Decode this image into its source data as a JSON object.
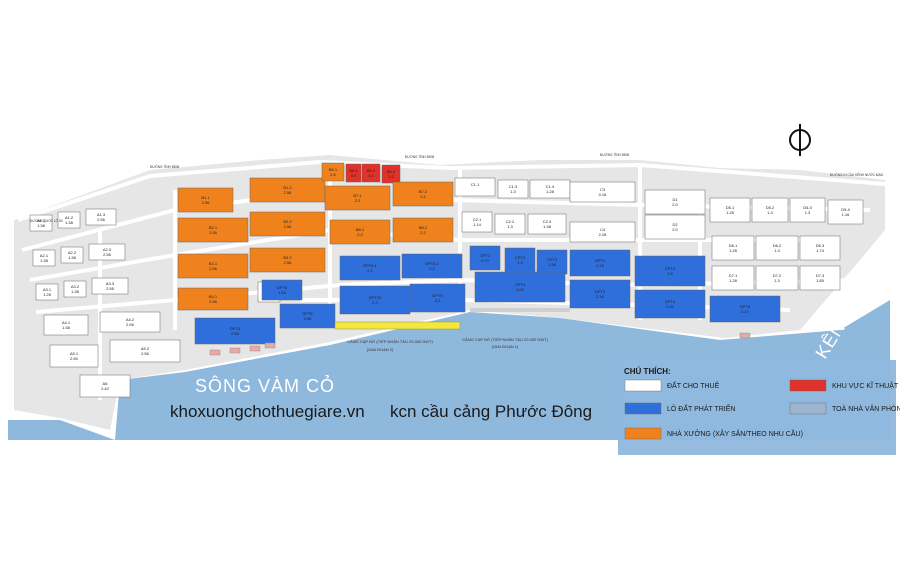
{
  "colors": {
    "water": "#8fb8dd",
    "land": "#e6e6e6",
    "road": "#ffffff",
    "lot_for_rent": "#ffffff",
    "lot_developed": "#2f6fdc",
    "factory": "#f0821e",
    "technical": "#e0322a",
    "office": "#9fb4cf",
    "port": "#f3e93a",
    "border": "#666666"
  },
  "rivers": {
    "vam_co": "SÔNG VÀM CỎ",
    "nuoc_man": "KÊNH NƯỚC MẠN"
  },
  "site": {
    "website": "khoxuongchothuegiare.vn",
    "name": "kcn cầu cảng Phước Đông"
  },
  "roads": [
    "ĐƯỜNG TỈNH 830B",
    "ĐƯỜNG TỈNH 830B",
    "ĐƯỜNG TỈNH 830B",
    "ĐƯỜNG QUỐC LỘ 50",
    "ĐƯỜNG ĐI CẦU KÊNH NƯỚC MẠN"
  ],
  "ports": [
    "CẢNG CẠP BỜ (TIẾP NHẬN TÀU 20.000 DWT)",
    "(GIAI ĐOẠN 2)",
    "CẢNG CẠP BỜ (TIẾP NHẬN TÀU 20.000 DWT)",
    "(GIAI ĐOẠN 1)"
  ],
  "legend": {
    "title": "CHÚ THÍCH:",
    "items": [
      {
        "label": "ĐẤT CHO THUÊ",
        "color": "#ffffff"
      },
      {
        "label": "KHU VỰC KĨ THUẬT",
        "color": "#e0322a"
      },
      {
        "label": "LÔ ĐẤT PHÁT TRIỂN",
        "color": "#2f6fdc"
      },
      {
        "label": "TOÀ NHÀ VĂN PHÒNG",
        "color": "#9fb4cf"
      },
      {
        "label": "NHÀ XƯỞNG (XÂY SẴN/THEO NHU CẦU)",
        "color": "#f0821e"
      }
    ]
  },
  "lots": [
    {
      "code": "A1.1",
      "area": "1.38",
      "type": "rent"
    },
    {
      "code": "A1.2",
      "area": "1.38",
      "type": "rent"
    },
    {
      "code": "A1.3",
      "area": "2.56",
      "type": "rent"
    },
    {
      "code": "A2.1",
      "area": "1.38",
      "type": "rent"
    },
    {
      "code": "A2.2",
      "area": "1.38",
      "type": "rent"
    },
    {
      "code": "A2.3",
      "area": "2.56",
      "type": "rent"
    },
    {
      "code": "A3.1",
      "area": "1.28",
      "type": "rent"
    },
    {
      "code": "A3.2",
      "area": "1.38",
      "type": "rent"
    },
    {
      "code": "A3.3",
      "area": "2.56",
      "type": "rent"
    },
    {
      "code": "A4.1",
      "area": "1.38",
      "type": "rent"
    },
    {
      "code": "A4.2",
      "area": "2.56",
      "type": "rent"
    },
    {
      "code": "A5.1",
      "area": "2.50",
      "type": "rent"
    },
    {
      "code": "A5.2",
      "area": "2.56",
      "type": "rent"
    },
    {
      "code": "A6",
      "area": "2.42",
      "type": "rent"
    },
    {
      "code": "B1.1",
      "area": "2.56",
      "type": "factory"
    },
    {
      "code": "B1.2",
      "area": "2.56",
      "type": "factory"
    },
    {
      "code": "B2.1",
      "area": "2.56",
      "type": "factory"
    },
    {
      "code": "B2.2",
      "area": "2.56",
      "type": "factory"
    },
    {
      "code": "B3.1",
      "area": "2.56",
      "type": "factory"
    },
    {
      "code": "B3.2",
      "area": "2.56",
      "type": "factory"
    },
    {
      "code": "B4.1",
      "area": "2.56",
      "type": "factory"
    },
    {
      "code": "B4.2",
      "area": "0.65",
      "type": "rent"
    },
    {
      "code": "B6.1",
      "area": "2.6",
      "type": "factory"
    },
    {
      "code": "B6.2",
      "area": "0.6",
      "type": "technical"
    },
    {
      "code": "B6.3",
      "area": "0.4",
      "type": "technical"
    },
    {
      "code": "B6.4",
      "area": "1.2",
      "type": "technical"
    },
    {
      "code": "B7.1",
      "area": "2.2",
      "type": "factory"
    },
    {
      "code": "B7.2",
      "area": "2.2",
      "type": "factory"
    },
    {
      "code": "B8.1",
      "area": "2.2",
      "type": "factory"
    },
    {
      "code": "B8.2",
      "area": "2.2",
      "type": "factory"
    },
    {
      "code": "C1.1",
      "area": "",
      "type": "rent"
    },
    {
      "code": "C1.3",
      "area": "1.3",
      "type": "rent"
    },
    {
      "code": "C1.4",
      "area": "1.28",
      "type": "rent"
    },
    {
      "code": "C2.1",
      "area": "1.14",
      "type": "rent"
    },
    {
      "code": "C2.2",
      "area": "1.3",
      "type": "rent"
    },
    {
      "code": "C2.3",
      "area": "1.38",
      "type": "rent"
    },
    {
      "code": "C3",
      "area": "0.16",
      "type": "rent"
    },
    {
      "code": "C4",
      "area": "2.28",
      "type": "rent"
    },
    {
      "code": "D1",
      "area": "2.0",
      "type": "rent"
    },
    {
      "code": "D2",
      "area": "2.0",
      "type": "rent"
    },
    {
      "code": "D5.1",
      "area": "1.28",
      "type": "rent"
    },
    {
      "code": "D5.2",
      "area": "1.3",
      "type": "rent"
    },
    {
      "code": "D5.3",
      "area": "1.3",
      "type": "rent"
    },
    {
      "code": "D5.4",
      "area": "1.16",
      "type": "rent"
    },
    {
      "code": "D6.1",
      "area": "1.28",
      "type": "rent"
    },
    {
      "code": "D6.2",
      "area": "1.3",
      "type": "rent"
    },
    {
      "code": "D6.3",
      "area": "1.74",
      "type": "rent"
    },
    {
      "code": "D7.1",
      "area": "1.28",
      "type": "rent"
    },
    {
      "code": "D7.2",
      "area": "1.3",
      "type": "rent"
    },
    {
      "code": "D7.3",
      "area": "1.85",
      "type": "rent"
    },
    {
      "code": "DPT4",
      "area": "2.56",
      "type": "developed"
    },
    {
      "code": "DPT5",
      "area": "1.54",
      "type": "developed"
    },
    {
      "code": "DPT6",
      "area": "2.56",
      "type": "developed"
    },
    {
      "code": "DPT8.1",
      "area": "2.2",
      "type": "developed"
    },
    {
      "code": "DPT8.2",
      "area": "2.2",
      "type": "developed"
    },
    {
      "code": "DPT10",
      "area": "2.2",
      "type": "developed"
    },
    {
      "code": "DPT9",
      "area": "2.2",
      "type": "developed"
    },
    {
      "code": "CPT1",
      "area": "0.74",
      "type": "developed"
    },
    {
      "code": "CPT2",
      "area": "1.3",
      "type": "developed"
    },
    {
      "code": "CPT3",
      "area": "1.38",
      "type": "developed"
    },
    {
      "code": "CPT4",
      "area": "2.63",
      "type": "developed"
    },
    {
      "code": "DPT1",
      "area": "2.16",
      "type": "developed"
    },
    {
      "code": "DPT2",
      "area": "2.6",
      "type": "developed"
    },
    {
      "code": "DPT3",
      "area": "2.16",
      "type": "developed"
    },
    {
      "code": "DPT4",
      "area": "2.60",
      "type": "developed"
    },
    {
      "code": "DPT5",
      "area": "2.47",
      "type": "developed"
    }
  ]
}
